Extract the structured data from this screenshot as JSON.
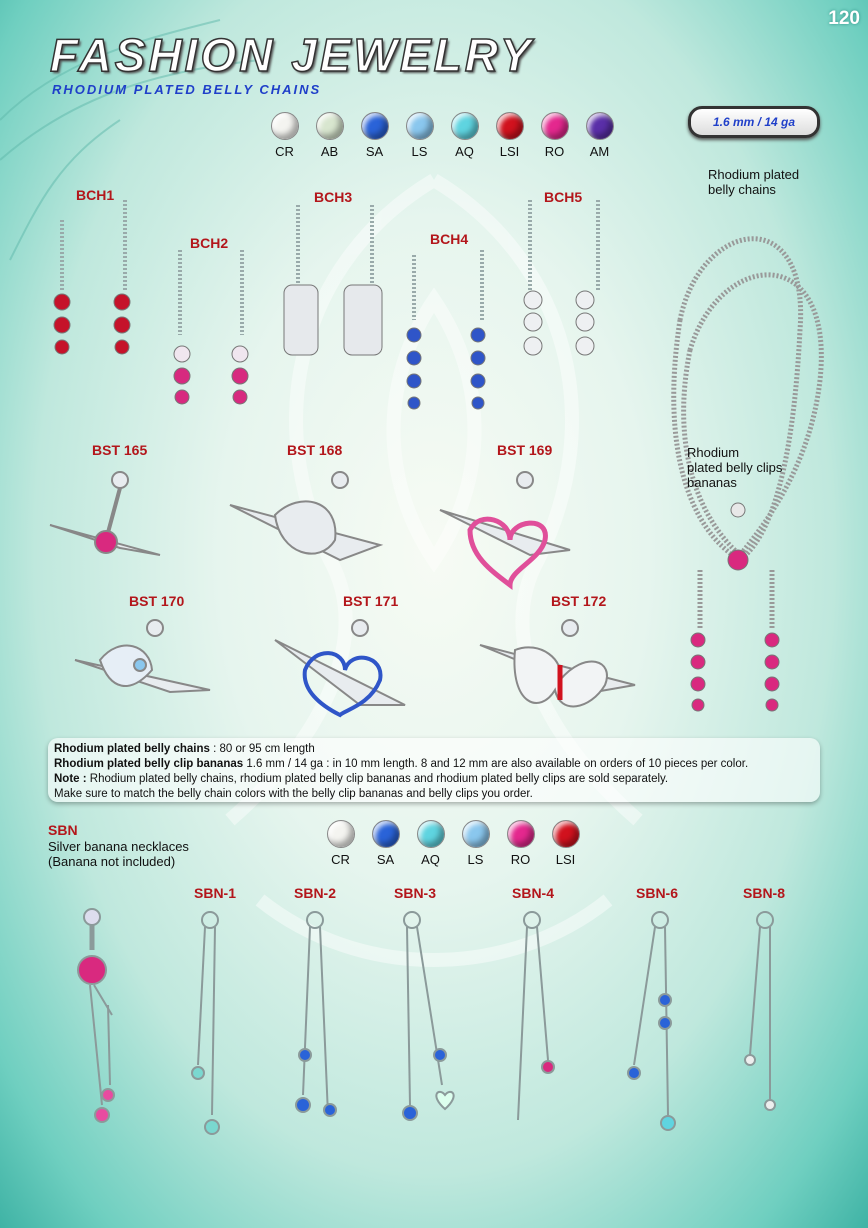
{
  "page_number": "120",
  "title": "FASHION JEWELRY",
  "subtitle": "Rhodium plated belly chains",
  "top_colors": [
    {
      "code": "CR",
      "color": "#f4f4f0"
    },
    {
      "code": "AB",
      "color": "#d8e6cf"
    },
    {
      "code": "SA",
      "color": "#2a63d8"
    },
    {
      "code": "LS",
      "color": "#8ac7ee"
    },
    {
      "code": "AQ",
      "color": "#5fd4e0"
    },
    {
      "code": "LSI",
      "color": "#d1121e"
    },
    {
      "code": "RO",
      "color": "#e4288e"
    },
    {
      "code": "AM",
      "color": "#5a2fa8"
    }
  ],
  "gauge": "1.6 mm / 14 ga",
  "belly_chain_note": "Rhodium plated\nbelly chains",
  "belly_clip_note": "Rhodium\nplated belly clips\nbananas",
  "products_top": [
    "BCH1",
    "BCH2",
    "BCH3",
    "BCH4",
    "BCH5"
  ],
  "products_bst": [
    "BST 165",
    "BST 168",
    "BST 169",
    "BST 170",
    "BST 171",
    "BST 172"
  ],
  "info": {
    "line1_bold": "Rhodium plated belly chains",
    "line1_rest": " : 80 or 95 cm length",
    "line2_bold": "Rhodium plated belly clip bananas",
    "line2_rest": " 1.6 mm / 14 ga : in 10 mm length. 8 and 12 mm are also available on orders of 10 pieces per color.",
    "line3_bold": "Note :",
    "line3_rest": " Rhodium plated belly chains, rhodium plated belly clip bananas and rhodium plated belly clips are sold separately.",
    "line4": "Make sure to match the belly chain colors with the belly clip bananas and belly clips you order."
  },
  "sbn": {
    "label": "SBN",
    "desc1": "Silver banana necklaces",
    "desc2": "(Banana not included)"
  },
  "bottom_colors": [
    {
      "code": "CR",
      "color": "#f4f4f0"
    },
    {
      "code": "SA",
      "color": "#2a63d8"
    },
    {
      "code": "AQ",
      "color": "#5fd4e0"
    },
    {
      "code": "LS",
      "color": "#8ac7ee"
    },
    {
      "code": "RO",
      "color": "#e4288e"
    },
    {
      "code": "LSI",
      "color": "#d1121e"
    }
  ],
  "products_sbn": [
    "SBN-1",
    "SBN-2",
    "SBN-3",
    "SBN-4",
    "SBN-6",
    "SBN-8"
  ]
}
